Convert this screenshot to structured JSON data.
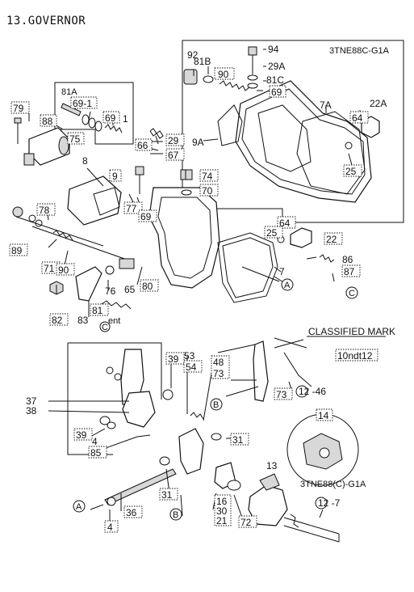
{
  "title": "13.GOVERNOR",
  "variant_label_top": "3TNE88C-G1A",
  "variant_label_inset": "3TNE88(C)-G1A",
  "classified_mark": "CLASSIFIED MARK",
  "callouts": {
    "c79": "79",
    "c81A": "81A",
    "c69_1": "69-1",
    "c69": "69",
    "c1": "1",
    "c88": "88",
    "c75": "75",
    "c8": "8",
    "c9": "9",
    "c66": "66",
    "c29": "29",
    "c67": "67",
    "c74": "74",
    "c70": "70",
    "c77": "77",
    "c69b": "69",
    "c78": "78",
    "c89": "89",
    "c71": "71",
    "c90": "90",
    "c76": "76",
    "c65": "65",
    "c80": "80",
    "c82": "82",
    "c83": "83",
    "c81": "81",
    "c_ent": "ent",
    "c92": "92",
    "c81B": "81B",
    "c90b": "90",
    "c94": "94",
    "c29A": "29A",
    "c81C": "81C",
    "c69c": "69",
    "c9A": "9A",
    "c7A": "7A",
    "c22A": "22A",
    "c64": "64",
    "c25": "25",
    "c64b": "64",
    "c25b": "25",
    "c22": "22",
    "c86": "86",
    "c87": "87",
    "c7": "7",
    "cA": "A",
    "cC": "C",
    "c39": "39",
    "c53": "53",
    "c54": "54",
    "c48": "48",
    "c73": "73",
    "c10": "10ndt12",
    "c46": "12 -46",
    "c37": "37",
    "c38": "38",
    "c39b": "39",
    "c4": "4",
    "c85": "85",
    "c31": "31",
    "c73b": "73",
    "cB": "B",
    "c14": "14",
    "c13": "13",
    "c31b": "31",
    "c36": "36",
    "c4b": "4",
    "c21": "21",
    "c72": "72",
    "c16": "16",
    "c30": "30",
    "c12_7": "12 -7",
    "cA2": "A",
    "cB2": "B",
    "cC2": "C"
  }
}
